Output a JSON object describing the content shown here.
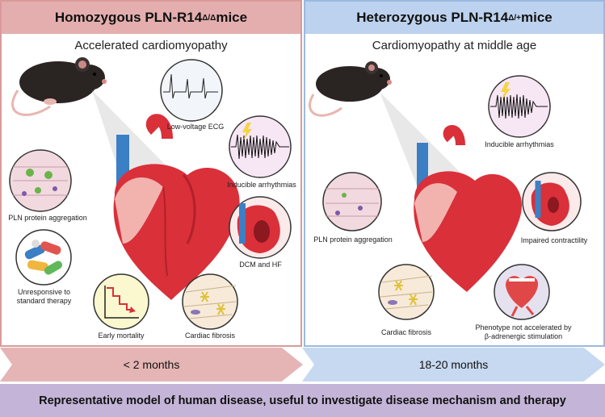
{
  "left": {
    "header_main": "Homozygous PLN-R14",
    "header_sup": "Δ/Δ",
    "header_tail": " mice",
    "subtitle": "Accelerated cardiomyopathy",
    "labels": {
      "ecg": "Low-voltage ECG",
      "arrhythmia": "Inducible arrhythmias",
      "aggregation": "PLN protein aggregation",
      "dcm": "DCM and HF",
      "unresponsive_1": "Unresponsive to",
      "unresponsive_2": "standard therapy",
      "mortality": "Early mortality",
      "fibrosis": "Cardiac fibrosis"
    },
    "timeline": "< 2 months"
  },
  "right": {
    "header_main": "Heterozygous PLN-R14",
    "header_sup": "Δ/+",
    "header_tail": " mice",
    "subtitle": "Cardiomyopathy at middle age",
    "labels": {
      "arrhythmia": "Inducible arrhythmias",
      "aggregation": "PLN protein aggregation",
      "contractility": "Impaired contractility",
      "fibrosis": "Cardiac fibrosis",
      "phenotype_1": "Phenotype not accelerated by",
      "phenotype_2": "β-adrenergic stimulation"
    },
    "timeline": "18-20 months"
  },
  "footer": "Representative model of human disease, useful to investigate disease mechanism and therapy",
  "colors": {
    "left_header": "#e4aeae",
    "right_header": "#bcd2ee",
    "footer": "#c4b5d8",
    "heart_red": "#d9303a",
    "vessel_blue": "#3b7fc4"
  },
  "icons": [
    "mouse-icon",
    "heart-icon",
    "ecg-trace-icon",
    "arrhythmia-trace-icon",
    "lightning-icon",
    "protein-aggregation-icon",
    "pills-icon",
    "mortality-chart-icon",
    "fibrosis-icon",
    "dcm-heart-icon",
    "contractility-heart-icon",
    "running-heart-icon"
  ]
}
